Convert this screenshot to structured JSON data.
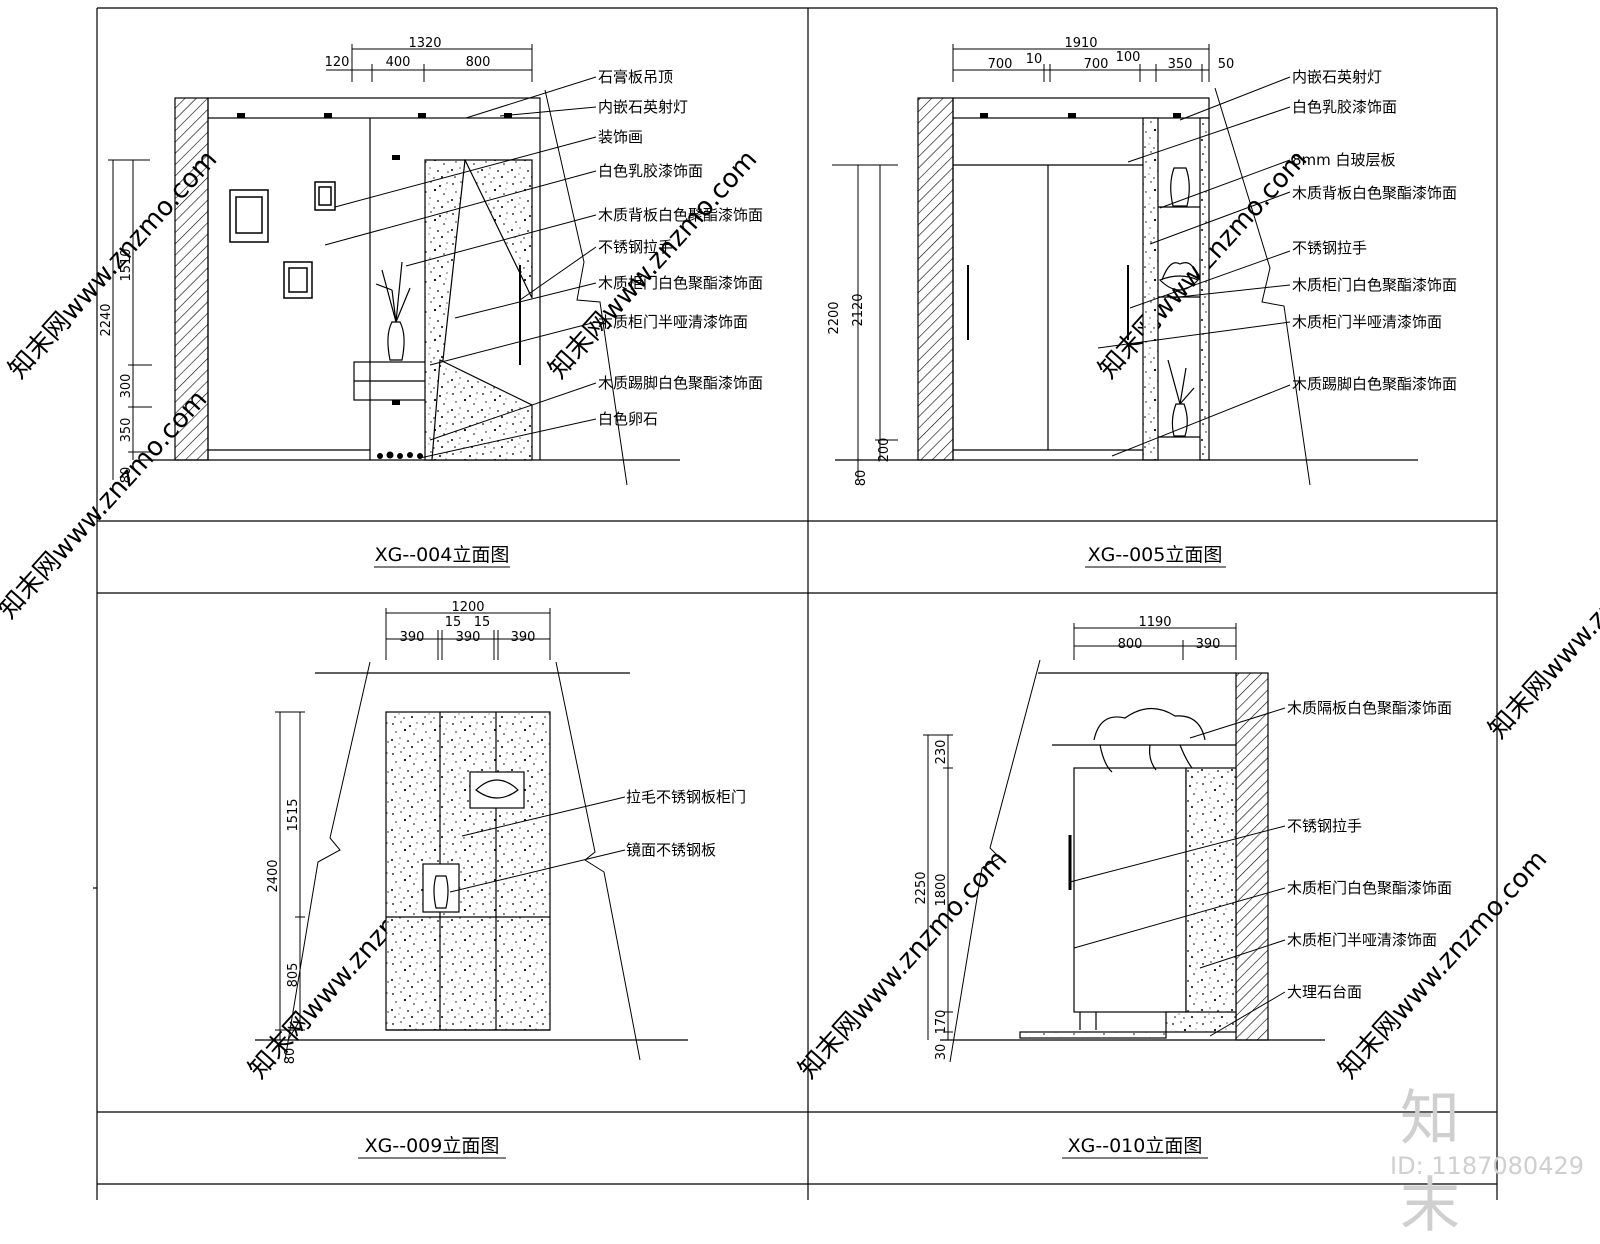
{
  "panels": [
    {
      "title": "XG--004立面图",
      "dims_top": [
        "1320",
        "120",
        "400",
        "800"
      ],
      "dims_side": [
        "2240",
        "1510",
        "300",
        "350",
        "80"
      ],
      "labels": [
        "石膏板吊顶",
        "内嵌石英射灯",
        "装饰画",
        "白色乳胶漆饰面",
        "木质背板白色聚酯漆饰面",
        "不锈钢拉手",
        "木质柜门白色聚酯漆饰面",
        "木质柜门半哑清漆饰面",
        "木质踢脚白色聚酯漆饰面",
        "白色卵石"
      ]
    },
    {
      "title": "XG--005立面图",
      "dims_top": [
        "1910",
        "700",
        "10",
        "700",
        "100",
        "350",
        "50"
      ],
      "dims_side": [
        "2200",
        "2120",
        "200",
        "80"
      ],
      "labels": [
        "内嵌石英射灯",
        "白色乳胶漆饰面",
        "8mm 白玻层板",
        "木质背板白色聚酯漆饰面",
        "不锈钢拉手",
        "木质柜门白色聚酯漆饰面",
        "木质柜门半哑清漆饰面",
        "木质踢脚白色聚酯漆饰面"
      ]
    },
    {
      "title": "XG--009立面图",
      "dims_top": [
        "1200",
        "15",
        "15",
        "390",
        "390",
        "390"
      ],
      "dims_side": [
        "2400",
        "1515",
        "805",
        "80"
      ],
      "labels": [
        "拉毛不锈钢板柜门",
        "镜面不锈钢板"
      ]
    },
    {
      "title": "XG--010立面图",
      "dims_top": [
        "1190",
        "800",
        "390"
      ],
      "dims_side": [
        "2250",
        "230",
        "1800",
        "170",
        "30"
      ],
      "labels": [
        "木质隔板白色聚酯漆饰面",
        "不锈钢拉手",
        "木质柜门白色聚酯漆饰面",
        "木质柜门半哑清漆饰面",
        "大理石台面"
      ]
    }
  ],
  "watermark": "知末网www.znzmo.com",
  "brand": {
    "name": "知末",
    "id": "ID: 1187080429"
  }
}
